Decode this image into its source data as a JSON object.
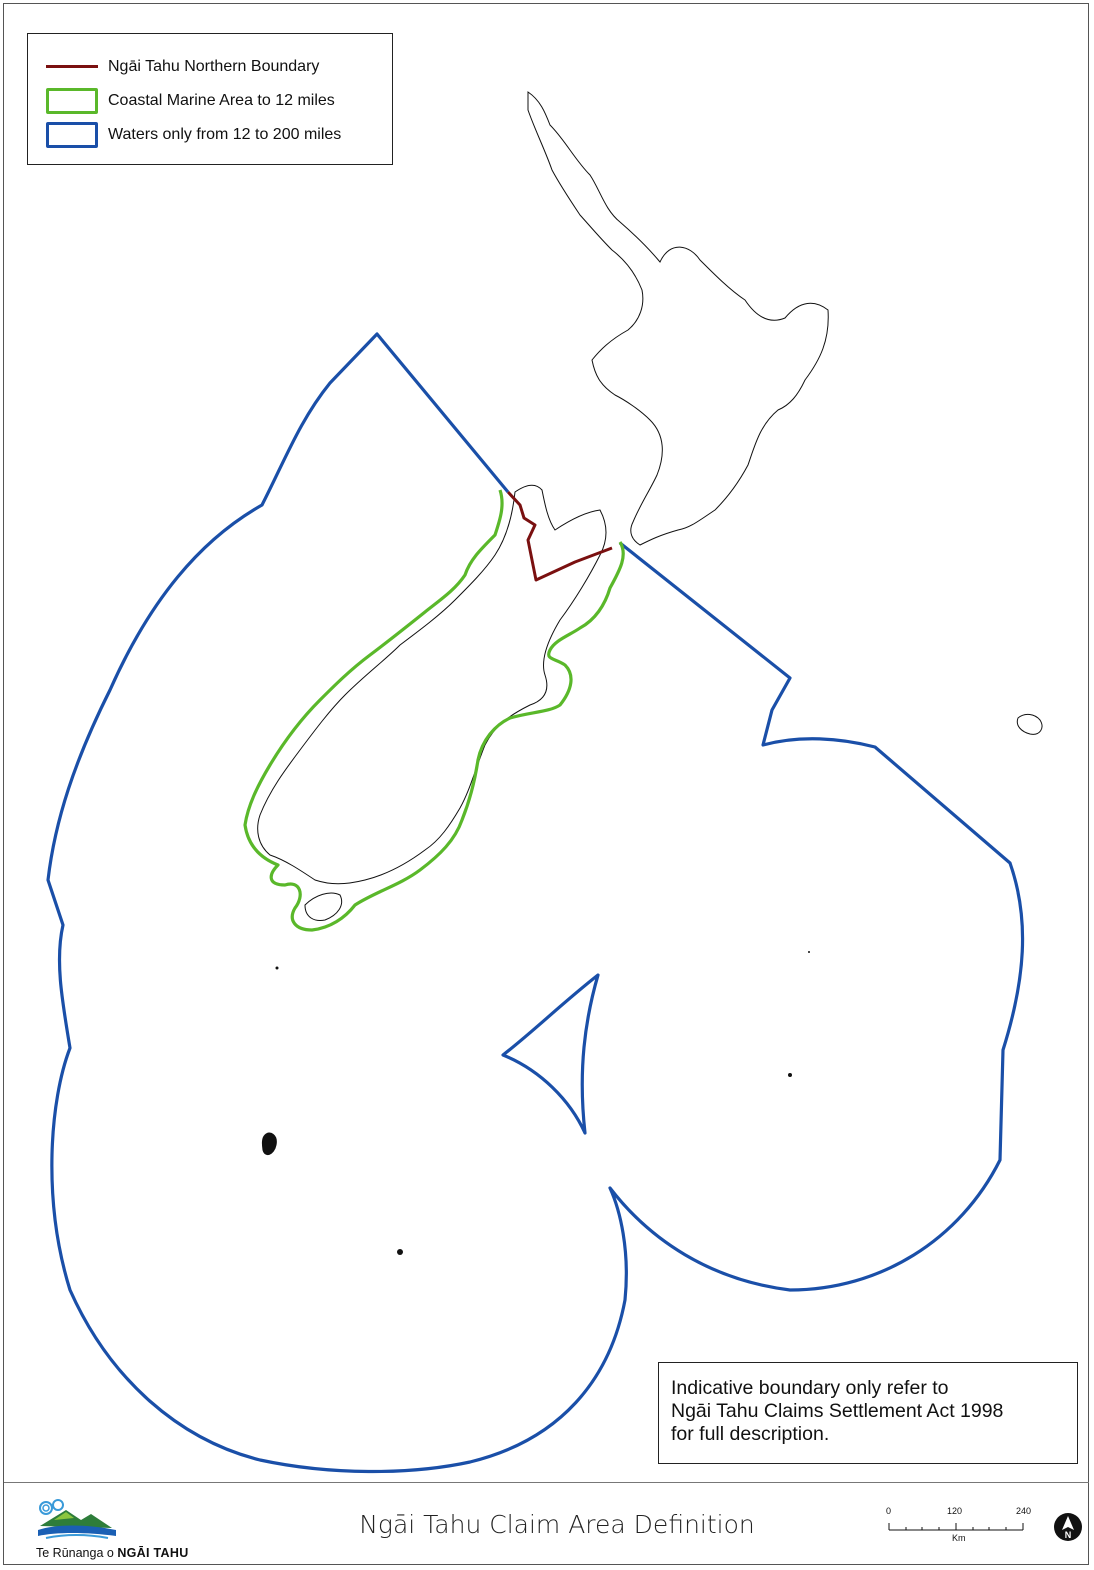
{
  "legend": {
    "items": [
      {
        "label": "Ngāi Tahu Northern Boundary",
        "style": "line",
        "color": "#7a1010"
      },
      {
        "label": "Coastal Marine Area to 12 miles",
        "style": "box",
        "color": "#5ab82a"
      },
      {
        "label": "Waters only from 12 to 200 miles",
        "style": "box",
        "color": "#1a4fa8"
      }
    ]
  },
  "note": {
    "line1": "Indicative boundary only refer to",
    "line2": "Ngāi Tahu Claims Settlement Act 1998",
    "line3": "for full description."
  },
  "footer": {
    "title": "Ngāi Tahu Claim Area Definition",
    "logo_prefix": "Te Rūnanga o ",
    "logo_name": "NGĀI TAHU"
  },
  "scale": {
    "tick0": "0",
    "tick1": "120",
    "tick2": "240",
    "unit": "Km"
  },
  "icons": {
    "north_arrow": "north-arrow-icon",
    "logo": "ngai-tahu-logo-icon"
  },
  "colors": {
    "northern_boundary": "#7a1010",
    "coastal_marine": "#5ab82a",
    "waters_200": "#1a4fa8",
    "coastline": "#111111"
  }
}
